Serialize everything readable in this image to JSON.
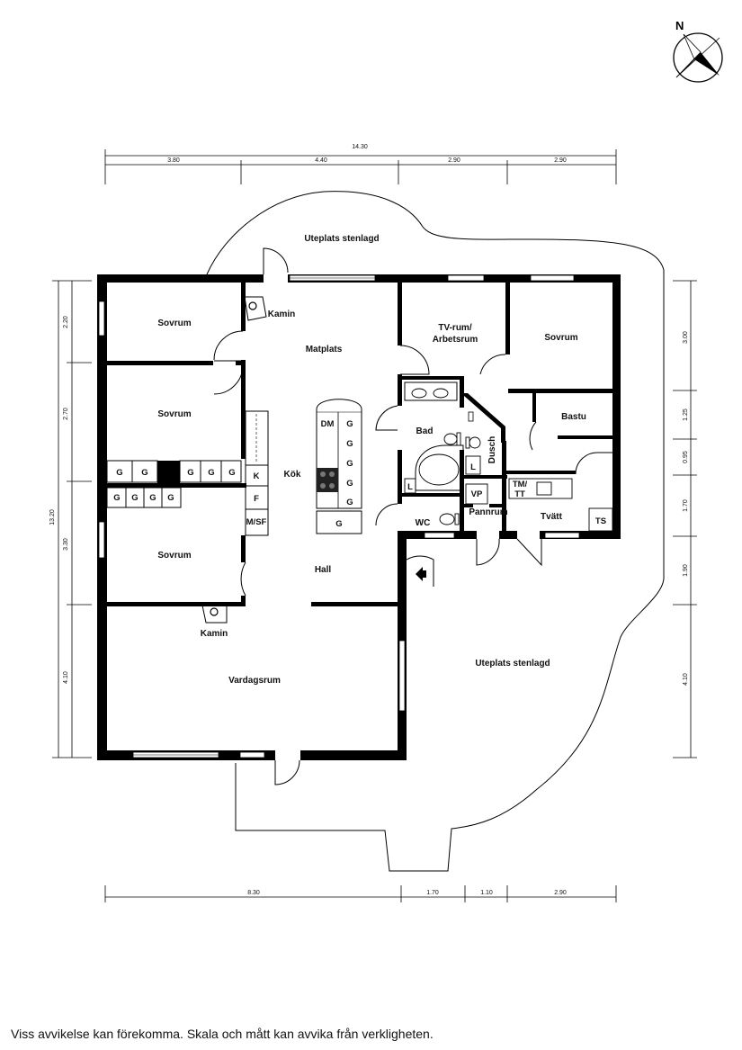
{
  "compass": {
    "north_label": "N"
  },
  "dimensions": {
    "top_total": "14.30",
    "top": [
      "3.80",
      "4.40",
      "2.90",
      "2.90"
    ],
    "bottom": [
      "8.30",
      "1.70",
      "1.10",
      "2.90"
    ],
    "left_total": "13.20",
    "left": [
      "2.20",
      "2.70",
      "3.30",
      "4.10"
    ],
    "right": [
      "3.00",
      "1.25",
      "0.95",
      "1.70",
      "1.90",
      "4.10"
    ]
  },
  "outdoor": {
    "top_terrace": "Uteplats stenlagd",
    "right_terrace": "Uteplats stenlagd"
  },
  "rooms": {
    "sovrum_1": "Sovrum",
    "sovrum_2": "Sovrum",
    "sovrum_3": "Sovrum",
    "sovrum_4": "Sovrum",
    "kamin_1": "Kamin",
    "kamin_2": "Kamin",
    "matplats": "Matplats",
    "tv_rum_line1": "TV-rum/",
    "tv_rum_line2": "Arbetsrum",
    "bastu": "Bastu",
    "bad": "Bad",
    "dusch": "Dusch",
    "kok": "Kök",
    "hall": "Hall",
    "wc": "WC",
    "pannrum": "Pannrum",
    "tvatt": "Tvätt",
    "vardagsrum": "Vardagsrum"
  },
  "appliances": {
    "k": "K",
    "f": "F",
    "msf": "M/SF",
    "dm": "DM",
    "g": "G",
    "l": "L",
    "vp": "VP",
    "tm_line1": "TM/",
    "tm_line2": "TT",
    "ts": "TS"
  },
  "disclaimer": "Viss avvikelse kan förekomma. Skala och mått kan avvika från verkligheten."
}
